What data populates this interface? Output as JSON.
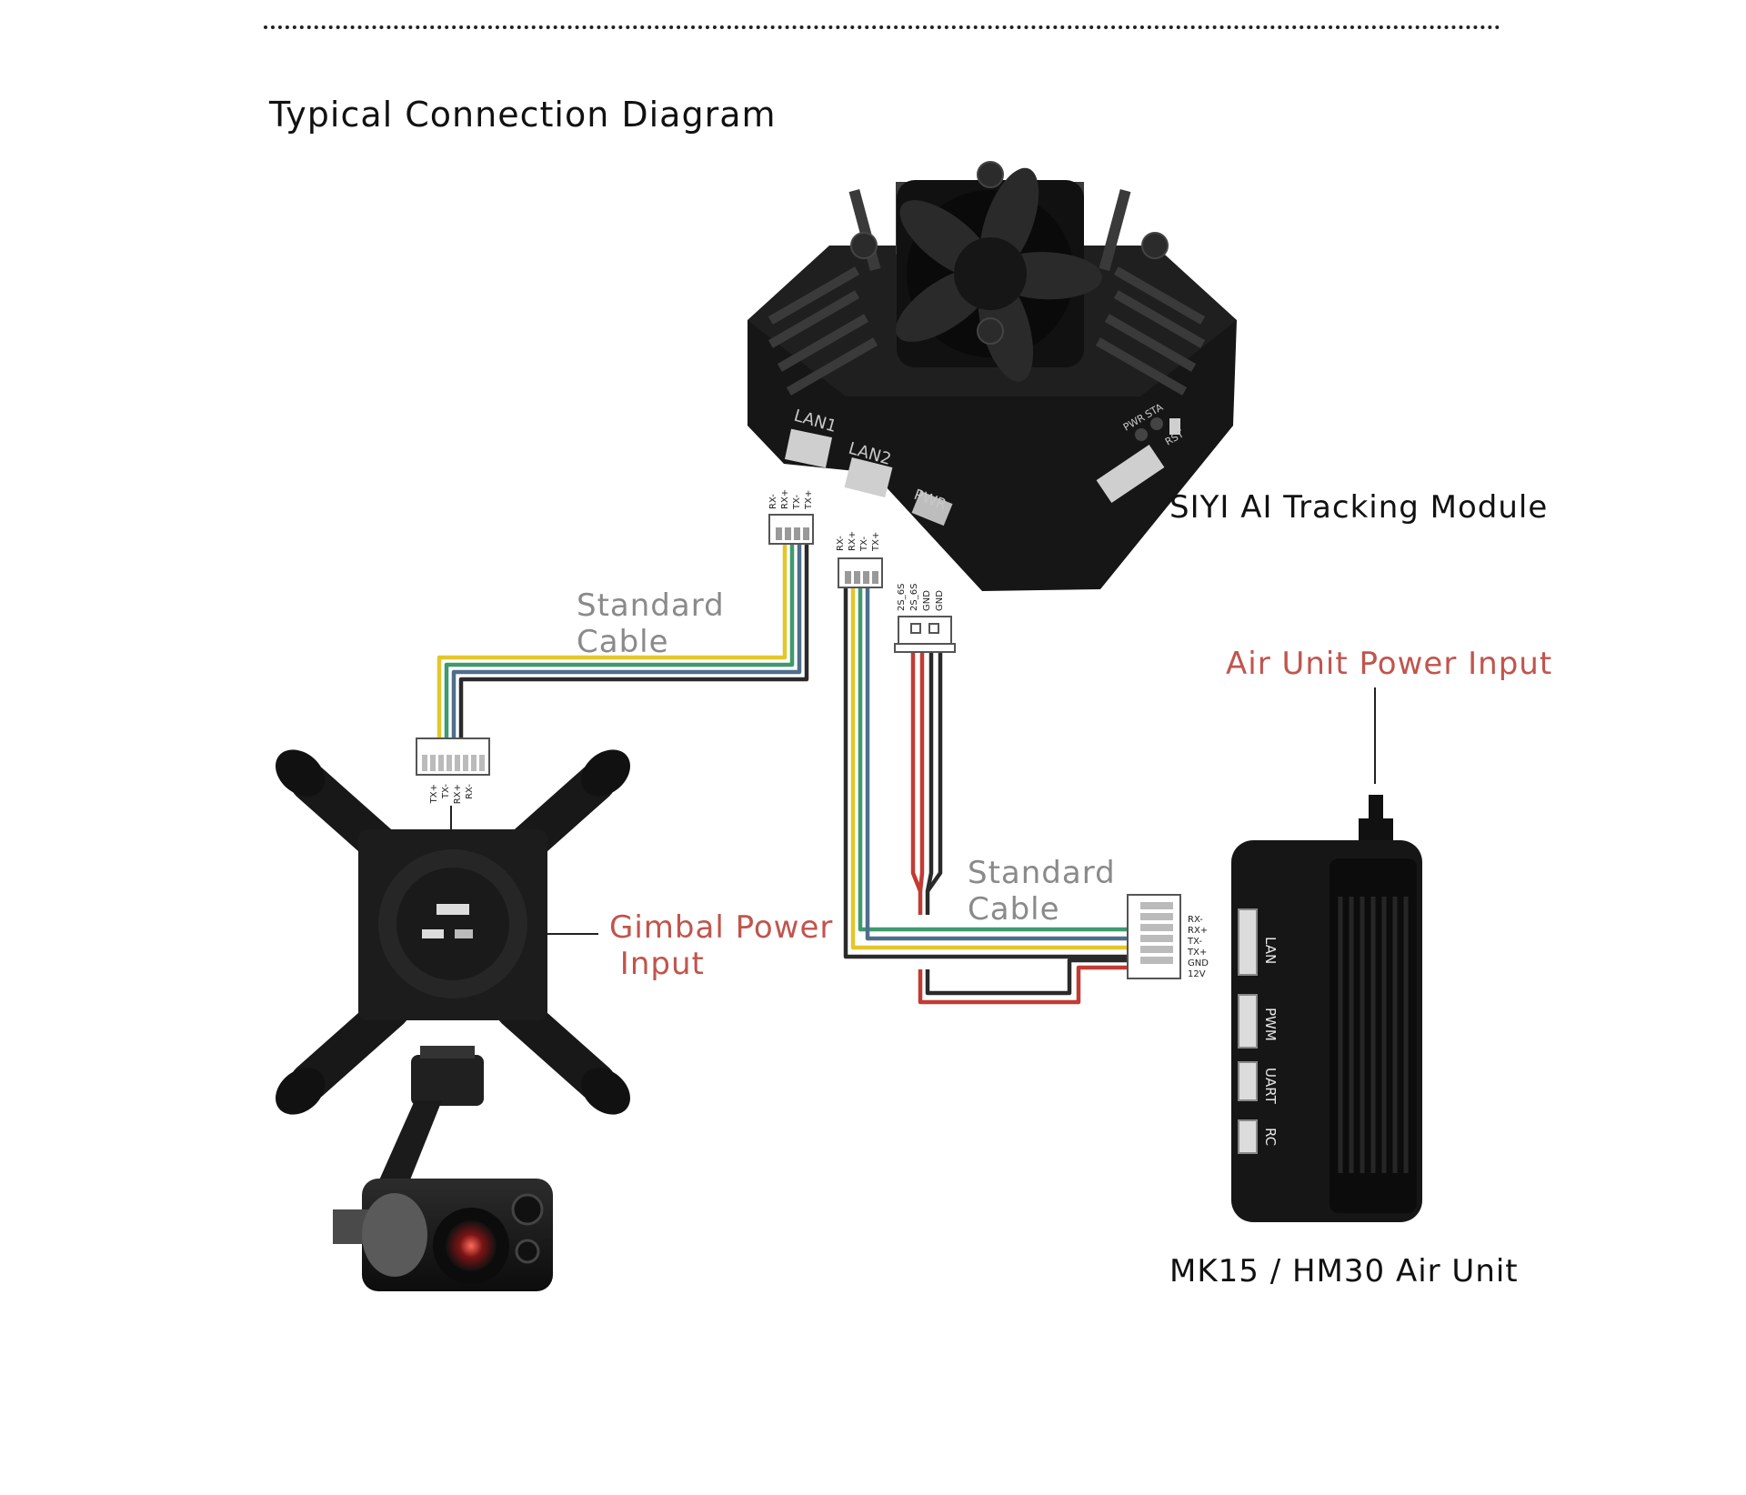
{
  "header": {
    "title": "Typical Connection Diagram"
  },
  "labels": {
    "tracking_module": "SIYI AI Tracking Module",
    "standard_cable_1": "Standard\nCable",
    "standard_cable_2": "Standard\nCable",
    "air_unit_power": "Air Unit Power Input",
    "gimbal_power": "Gimbal Power\n Input",
    "air_unit": "MK15 / HM30 Air Unit"
  },
  "module": {
    "lan1": "LAN1",
    "lan2": "LAN2",
    "pwr": "PWR",
    "pwr_led": "PWR",
    "sta_led": "STA",
    "rst": "RST"
  },
  "pins": {
    "lan1": [
      "RX-",
      "RX+",
      "TX-",
      "TX+"
    ],
    "lan2": [
      "RX-",
      "RX+",
      "TX-",
      "TX+"
    ],
    "power": [
      "2S_6S",
      "2S_6S",
      "GND",
      "GND"
    ],
    "gimbal": [
      "TX+",
      "TX-",
      "RX+",
      "RX-"
    ],
    "air_unit": [
      "RX-",
      "RX+",
      "TX-",
      "TX+",
      "GND",
      "12V"
    ]
  },
  "air_unit_ports": [
    "LAN",
    "PWM",
    "UART",
    "RC"
  ],
  "colors": {
    "wire_yellow": "#e3c62b",
    "wire_green": "#3f9a6e",
    "wire_blue": "#4f6e8c",
    "wire_black": "#2a2a2a",
    "wire_red": "#c23b33",
    "label_red": "#c0554d",
    "label_grey": "#8a8a8a"
  }
}
